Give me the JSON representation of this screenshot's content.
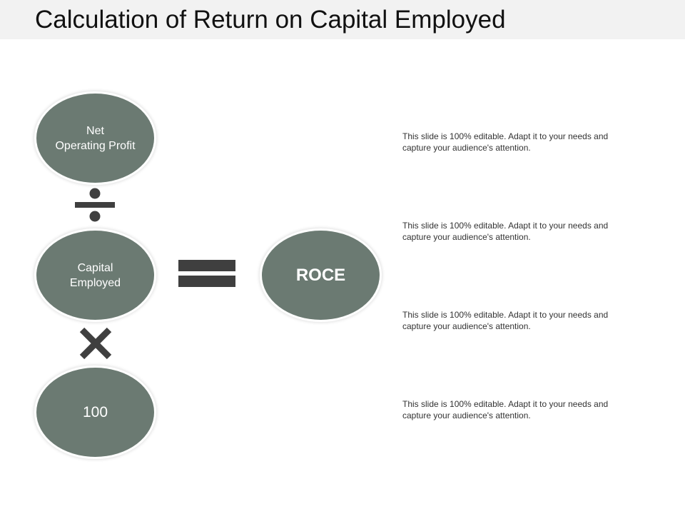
{
  "title": "Calculation of Return on Capital Employed",
  "colors": {
    "node_fill": "#6b7a72",
    "operator": "#3f3f3f",
    "title_bar": "#f2f2f2"
  },
  "nodes": {
    "net_operating_profit": "Net\nOperating Profit",
    "capital_employed": "Capital\nEmployed",
    "hundred": "100",
    "roce": "ROCE"
  },
  "operators": {
    "divide": "divide-icon",
    "multiply": "multiply-icon",
    "equals": "equals-icon"
  },
  "descriptions": [
    "This slide is 100% editable. Adapt it to your needs and capture your audience's attention.",
    "This slide is 100% editable. Adapt it to your needs and capture your audience's attention.",
    "This slide is 100% editable. Adapt it to your needs and capture your audience's attention.",
    "This slide is 100% editable. Adapt it to your needs and capture your audience's attention."
  ]
}
